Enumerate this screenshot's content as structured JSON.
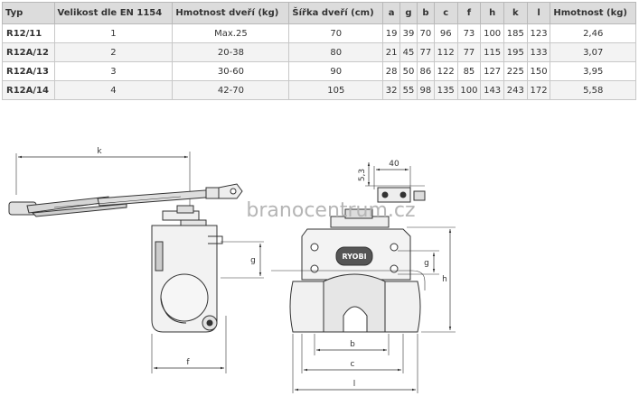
{
  "table": {
    "headers": [
      "Typ",
      "Velikost dle  EN 1154",
      "Hmotnost dveří (kg)",
      "Šířka dveří (cm)",
      "a",
      "g",
      "b",
      "c",
      "f",
      "h",
      "k",
      "l",
      "Hmotnost (kg)"
    ],
    "rows": [
      [
        "R12/11",
        "1",
        "Max.25",
        "70",
        "19",
        "39",
        "70",
        "96",
        "73",
        "100",
        "185",
        "123",
        "2,46"
      ],
      [
        "R12A/12",
        "2",
        "20-38",
        "80",
        "21",
        "45",
        "77",
        "112",
        "77",
        "115",
        "195",
        "133",
        "3,07"
      ],
      [
        "R12A/13",
        "3",
        "30-60",
        "90",
        "28",
        "50",
        "86",
        "122",
        "85",
        "127",
        "225",
        "150",
        "3,95"
      ],
      [
        "R12A/14",
        "4",
        "42-70",
        "105",
        "32",
        "55",
        "98",
        "135",
        "100",
        "143",
        "243",
        "172",
        "5,58"
      ]
    ]
  },
  "drawing": {
    "labels": {
      "k": "k",
      "f": "f",
      "g_left": "g",
      "b": "b",
      "c": "c",
      "l": "l",
      "h": "h",
      "g_right": "g",
      "dim_40": "40",
      "dim_53": "5,3"
    },
    "logo_text": "RYOBI",
    "watermark": "branocentrum.cz"
  }
}
